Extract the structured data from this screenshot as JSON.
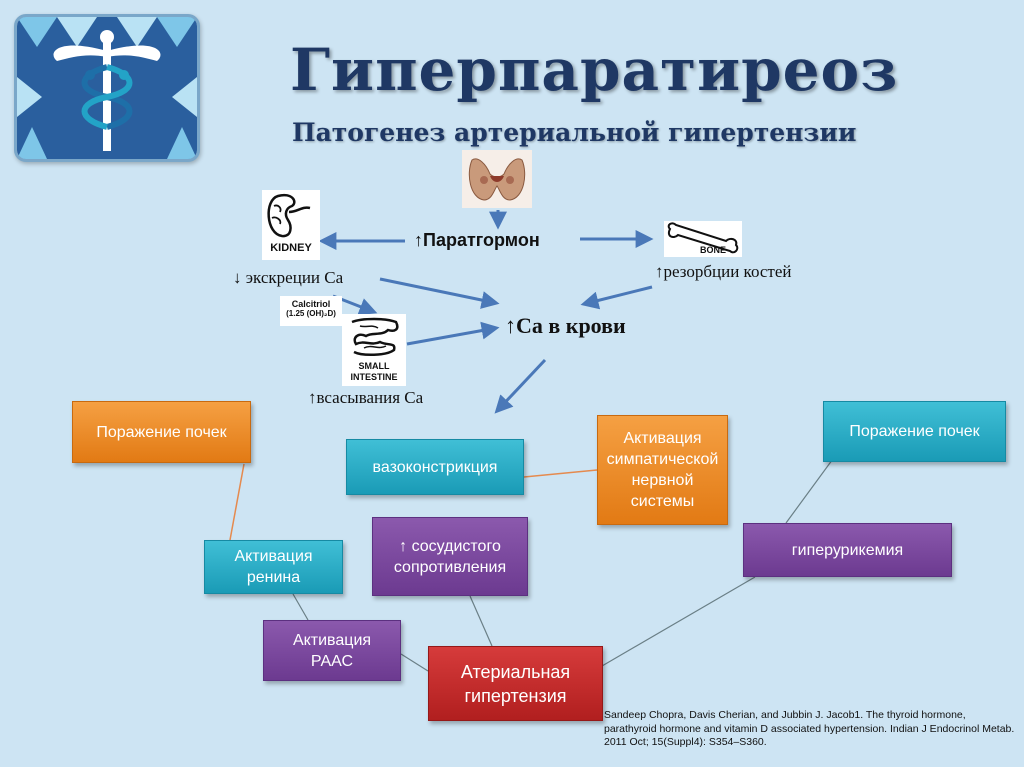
{
  "header": {
    "title": "Гиперпаратиреоз",
    "subtitle": "Патогенез артериальной гипертензии"
  },
  "images": {
    "thyroid": "thyroid-gland-icon",
    "kidney": {
      "icon": "kidney-icon",
      "caption": "KIDNEY"
    },
    "bone": {
      "icon": "bone-icon",
      "caption": "BONE"
    },
    "calcitriol": {
      "line1": "Calcitriol",
      "line2": "(1.25 (OH)₂D)"
    },
    "intestine": {
      "icon": "intestine-icon",
      "caption_line1": "SMALL",
      "caption_line2": "INTESTINE"
    },
    "logo": "caduceus-logo-icon"
  },
  "labels": {
    "parathormone": "↑Паратгормон",
    "ca_excretion": "↓ экскреции Са",
    "bone_resorption": "↑резорбции костей",
    "ca_blood": "↑Са в крови",
    "absorption": "↑всасывания Са"
  },
  "boxes": {
    "kidney_damage_left": "Поражение почек",
    "vasoconstriction": "вазоконстрикция",
    "sympathetic": "Активация\nсимпатической\nнервной\nсистемы",
    "kidney_damage_right": "Поражение почек",
    "renin": "Активация\nренина",
    "resistance": "↑ сосудистого\nсопротивления",
    "hyperuricemia": "гиперурикемия",
    "raas": "Активация\nРААС",
    "hypertension": "Атериальная\nгипертензия"
  },
  "reference": "Sandeep Chopra, Davis Cherian, and Jubbin J. Jacob1. The thyroid hormone, parathyroid hormone and vitamin D associated hypertension. Indian J Endocrinol Metab. 2011 Oct; 15(Suppl4): S354–S360.",
  "colors": {
    "background": "#cde4f3",
    "arrow": "#4a78b8",
    "connector": "#e58a4e",
    "orange": "#f0902f",
    "teal": "#2aaac4",
    "purple": "#7b479e",
    "red": "#c42a2a"
  }
}
